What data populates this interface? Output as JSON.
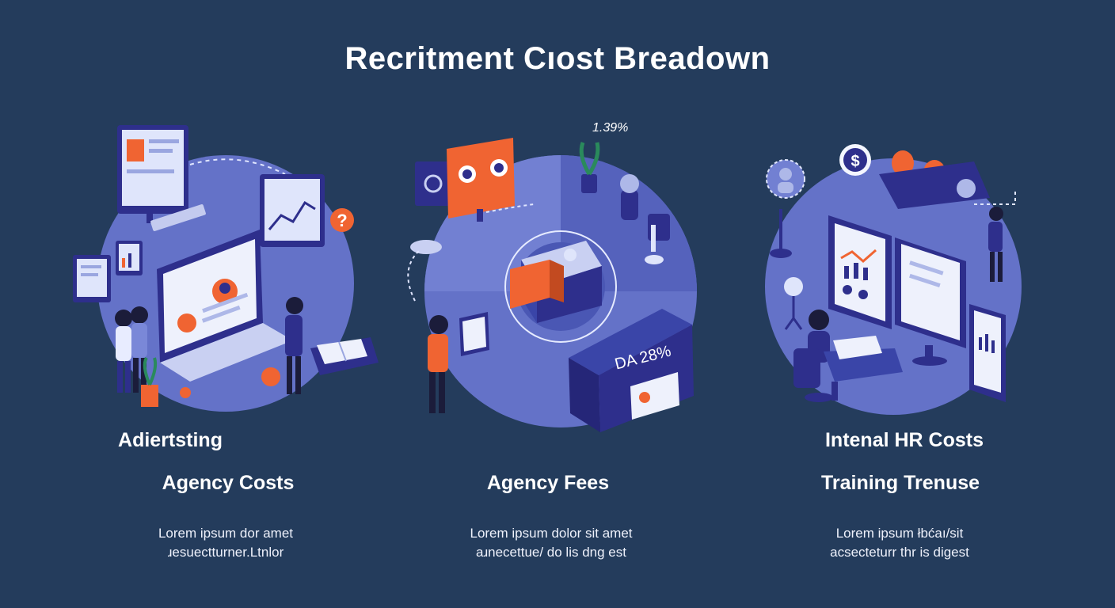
{
  "title": "Recritment Cıost Breadown",
  "colors": {
    "background": "#243c5c",
    "circle": "#6472c8",
    "circle_dark": "#4a57b4",
    "accent_orange": "#f06432",
    "indigo": "#2e2f8c"
  },
  "panels": [
    {
      "heading": "Adiertsting",
      "subheading": "Agency Costs",
      "desc_line1": "Lorem ipsum dor amet",
      "desc_line2": "ɹesuectturner.Ltnlor",
      "icons": [
        "monitor-icon",
        "laptop-icon",
        "question-icon",
        "chart-icon",
        "book-icon",
        "plant-icon"
      ]
    },
    {
      "heading": "",
      "subheading": "Agency Fees",
      "desc_line1": "Lorem ipsum dolor sit amet",
      "desc_line2": "aɹnecettue/ do lis dng est",
      "stat_top": "1.39%",
      "desk_label": "DA 28%",
      "icons": [
        "monitor-icon",
        "plant-icon",
        "money-box-icon",
        "desk-icon",
        "lamp-icon"
      ]
    },
    {
      "heading": "Intenal HR Costs",
      "subheading": "Training Trenuse",
      "desc_line1": "Lorem ipsum łbćaı/sit",
      "desc_line2": "acsecteturr thr is digest",
      "icons": [
        "dollar-icon",
        "group-icon",
        "monitor-icon",
        "chart-icon",
        "person-icon"
      ]
    }
  ]
}
